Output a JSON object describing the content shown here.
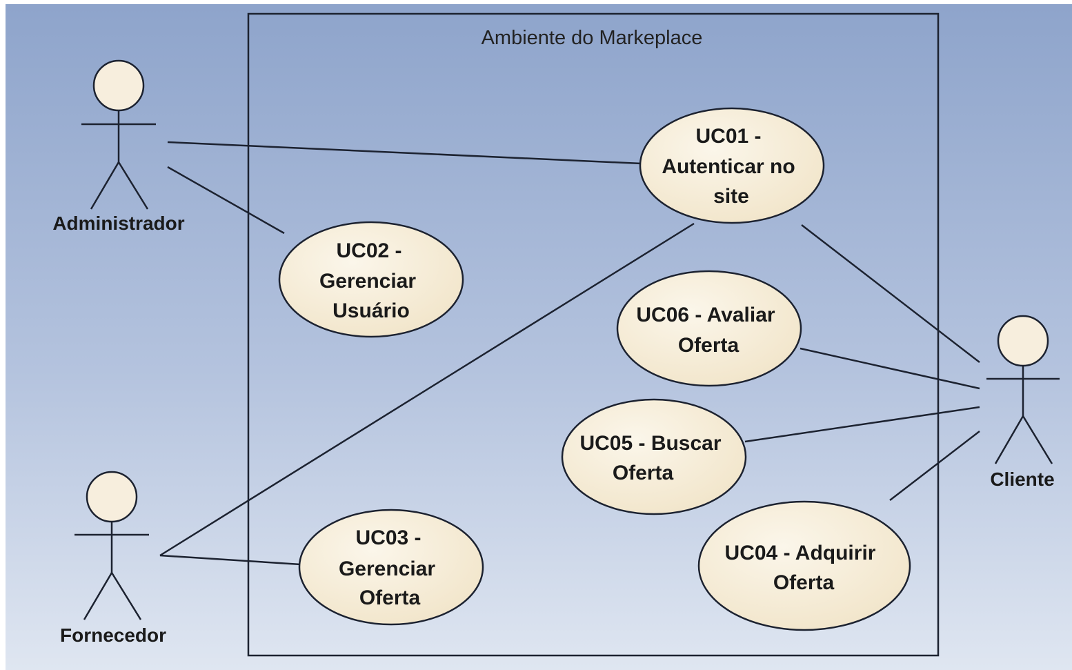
{
  "diagram": {
    "system": {
      "title": "Ambiente do Markeplace"
    },
    "actors": [
      {
        "id": "admin",
        "name": "Administrador"
      },
      {
        "id": "fornecedor",
        "name": "Fornecedor"
      },
      {
        "id": "cliente",
        "name": "Cliente"
      }
    ],
    "use_cases": [
      {
        "id": "uc01",
        "lines": [
          "UC01 -",
          "Autenticar no",
          "site"
        ]
      },
      {
        "id": "uc02",
        "lines": [
          "UC02 -",
          "Gerenciar",
          "Usuário"
        ]
      },
      {
        "id": "uc06",
        "lines": [
          "UC06 - Avaliar",
          "Oferta"
        ]
      },
      {
        "id": "uc05",
        "lines": [
          "UC05 - Buscar",
          "Oferta"
        ]
      },
      {
        "id": "uc03",
        "lines": [
          "UC03 -",
          "Gerenciar",
          "Oferta"
        ]
      },
      {
        "id": "uc04",
        "lines": [
          "UC04 - Adquirir",
          "Oferta"
        ]
      }
    ],
    "associations": [
      {
        "from": "admin",
        "to": "uc01"
      },
      {
        "from": "admin",
        "to": "uc02"
      },
      {
        "from": "fornecedor",
        "to": "uc01"
      },
      {
        "from": "fornecedor",
        "to": "uc03"
      },
      {
        "from": "cliente",
        "to": "uc01"
      },
      {
        "from": "cliente",
        "to": "uc06"
      },
      {
        "from": "cliente",
        "to": "uc05"
      },
      {
        "from": "cliente",
        "to": "uc04"
      }
    ],
    "colors": {
      "background_top": "#8ea4cb",
      "background_bottom": "#dde5f1",
      "use_case_fill": "#f7eedd",
      "line": "#1c2230"
    }
  }
}
